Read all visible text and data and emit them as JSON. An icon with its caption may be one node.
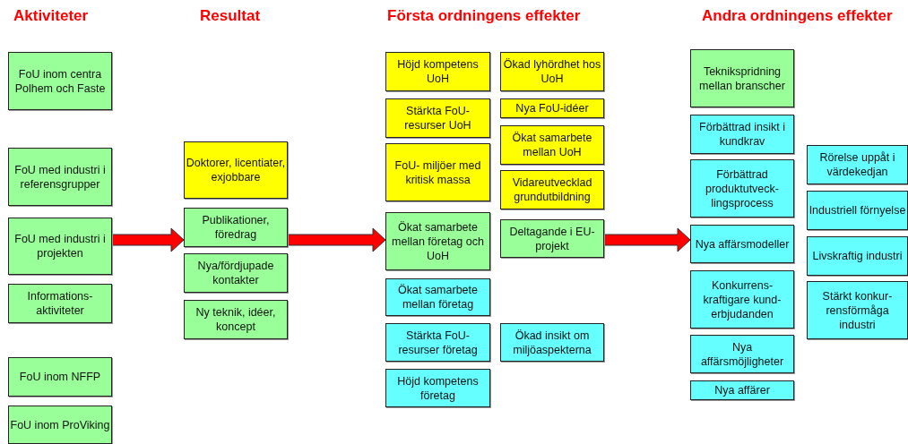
{
  "diagram": {
    "nodes": [
      {
        "text": [
          "FoU inom centra Polhem och Faste"
        ]
      },
      {
        "text": [
          "FoU med industri i referensgrupper"
        ]
      },
      {
        "text": [
          "FoU med industri i projekten"
        ]
      },
      {
        "text": [
          "Informations- aktiviteter"
        ]
      },
      {
        "text": [
          "FoU inom NFFP"
        ]
      },
      {
        "text": [
          "FoU inom ProViking"
        ]
      },
      {
        "text": [
          "Doktorer, licentiater, exjobbare"
        ]
      },
      {
        "text": [
          "Publikationer, föredrag"
        ]
      },
      {
        "text": [
          "Nya/fördjupade kontakter"
        ]
      },
      {
        "text": [
          "Ny teknik, idéer, koncept"
        ]
      },
      {
        "text": [
          "Höjd kompetens UoH"
        ]
      },
      {
        "text": [
          "Stärkta FoU- resurser UoH"
        ]
      },
      {
        "text": [
          "FoU- miljöer med kritisk massa"
        ]
      },
      {
        "text": [
          "Ökat samarbete mellan företag och UoH"
        ]
      },
      {
        "text": [
          "Ökat samarbete mellan företag"
        ]
      },
      {
        "text": [
          "Stärkta FoU- resurser företag"
        ]
      },
      {
        "text": [
          "Höjd kompetens företag"
        ]
      },
      {
        "text": [
          "Ökad lyhördhet hos UoH"
        ]
      },
      {
        "text": [
          "Nya FoU-idéer"
        ]
      },
      {
        "text": [
          "Ökat samarbete mellan UoH"
        ]
      },
      {
        "text": [
          "Vidareutvecklad grundutbildning"
        ]
      },
      {
        "text": [
          "Deltagande i EU-projekt"
        ]
      },
      {
        "text": [
          "Ökad insikt om miljöaspekterna"
        ]
      },
      {
        "text": [
          "Teknikspridning mellan branscher"
        ]
      },
      {
        "text": [
          "Förbättrad insikt i kundkrav"
        ]
      },
      {
        "text": [
          "Förbättrad produktutveck- lingsprocess"
        ]
      },
      {
        "text": [
          "Nya affärsmodeller"
        ]
      },
      {
        "text": [
          "Konkurrens- kraftigare kund- erbjudanden"
        ]
      },
      {
        "text": [
          "Nya affärsmöjligheter"
        ]
      },
      {
        "text": [
          "Nya affärer"
        ]
      },
      {
        "text": [
          "Rörelse uppåt i värdekedjan"
        ]
      },
      {
        "text": [
          "Industriell förnyelse"
        ]
      },
      {
        "text": [
          "Livskraftig industri"
        ]
      },
      {
        "text": [
          "Stärkt konkur- rensförmåga industri"
        ]
      }
    ],
    "edges": [
      {
        "from": 2,
        "to": 7,
        "arrow": "to"
      },
      {
        "from": 7,
        "to": 13,
        "arrow": "to"
      },
      {
        "from": 21,
        "to": 26,
        "arrow": "to"
      }
    ],
    "labels": [
      "Aktiviteter",
      "Resultat",
      "Första ordningens effekter",
      "Andra ordningens effekter"
    ]
  }
}
